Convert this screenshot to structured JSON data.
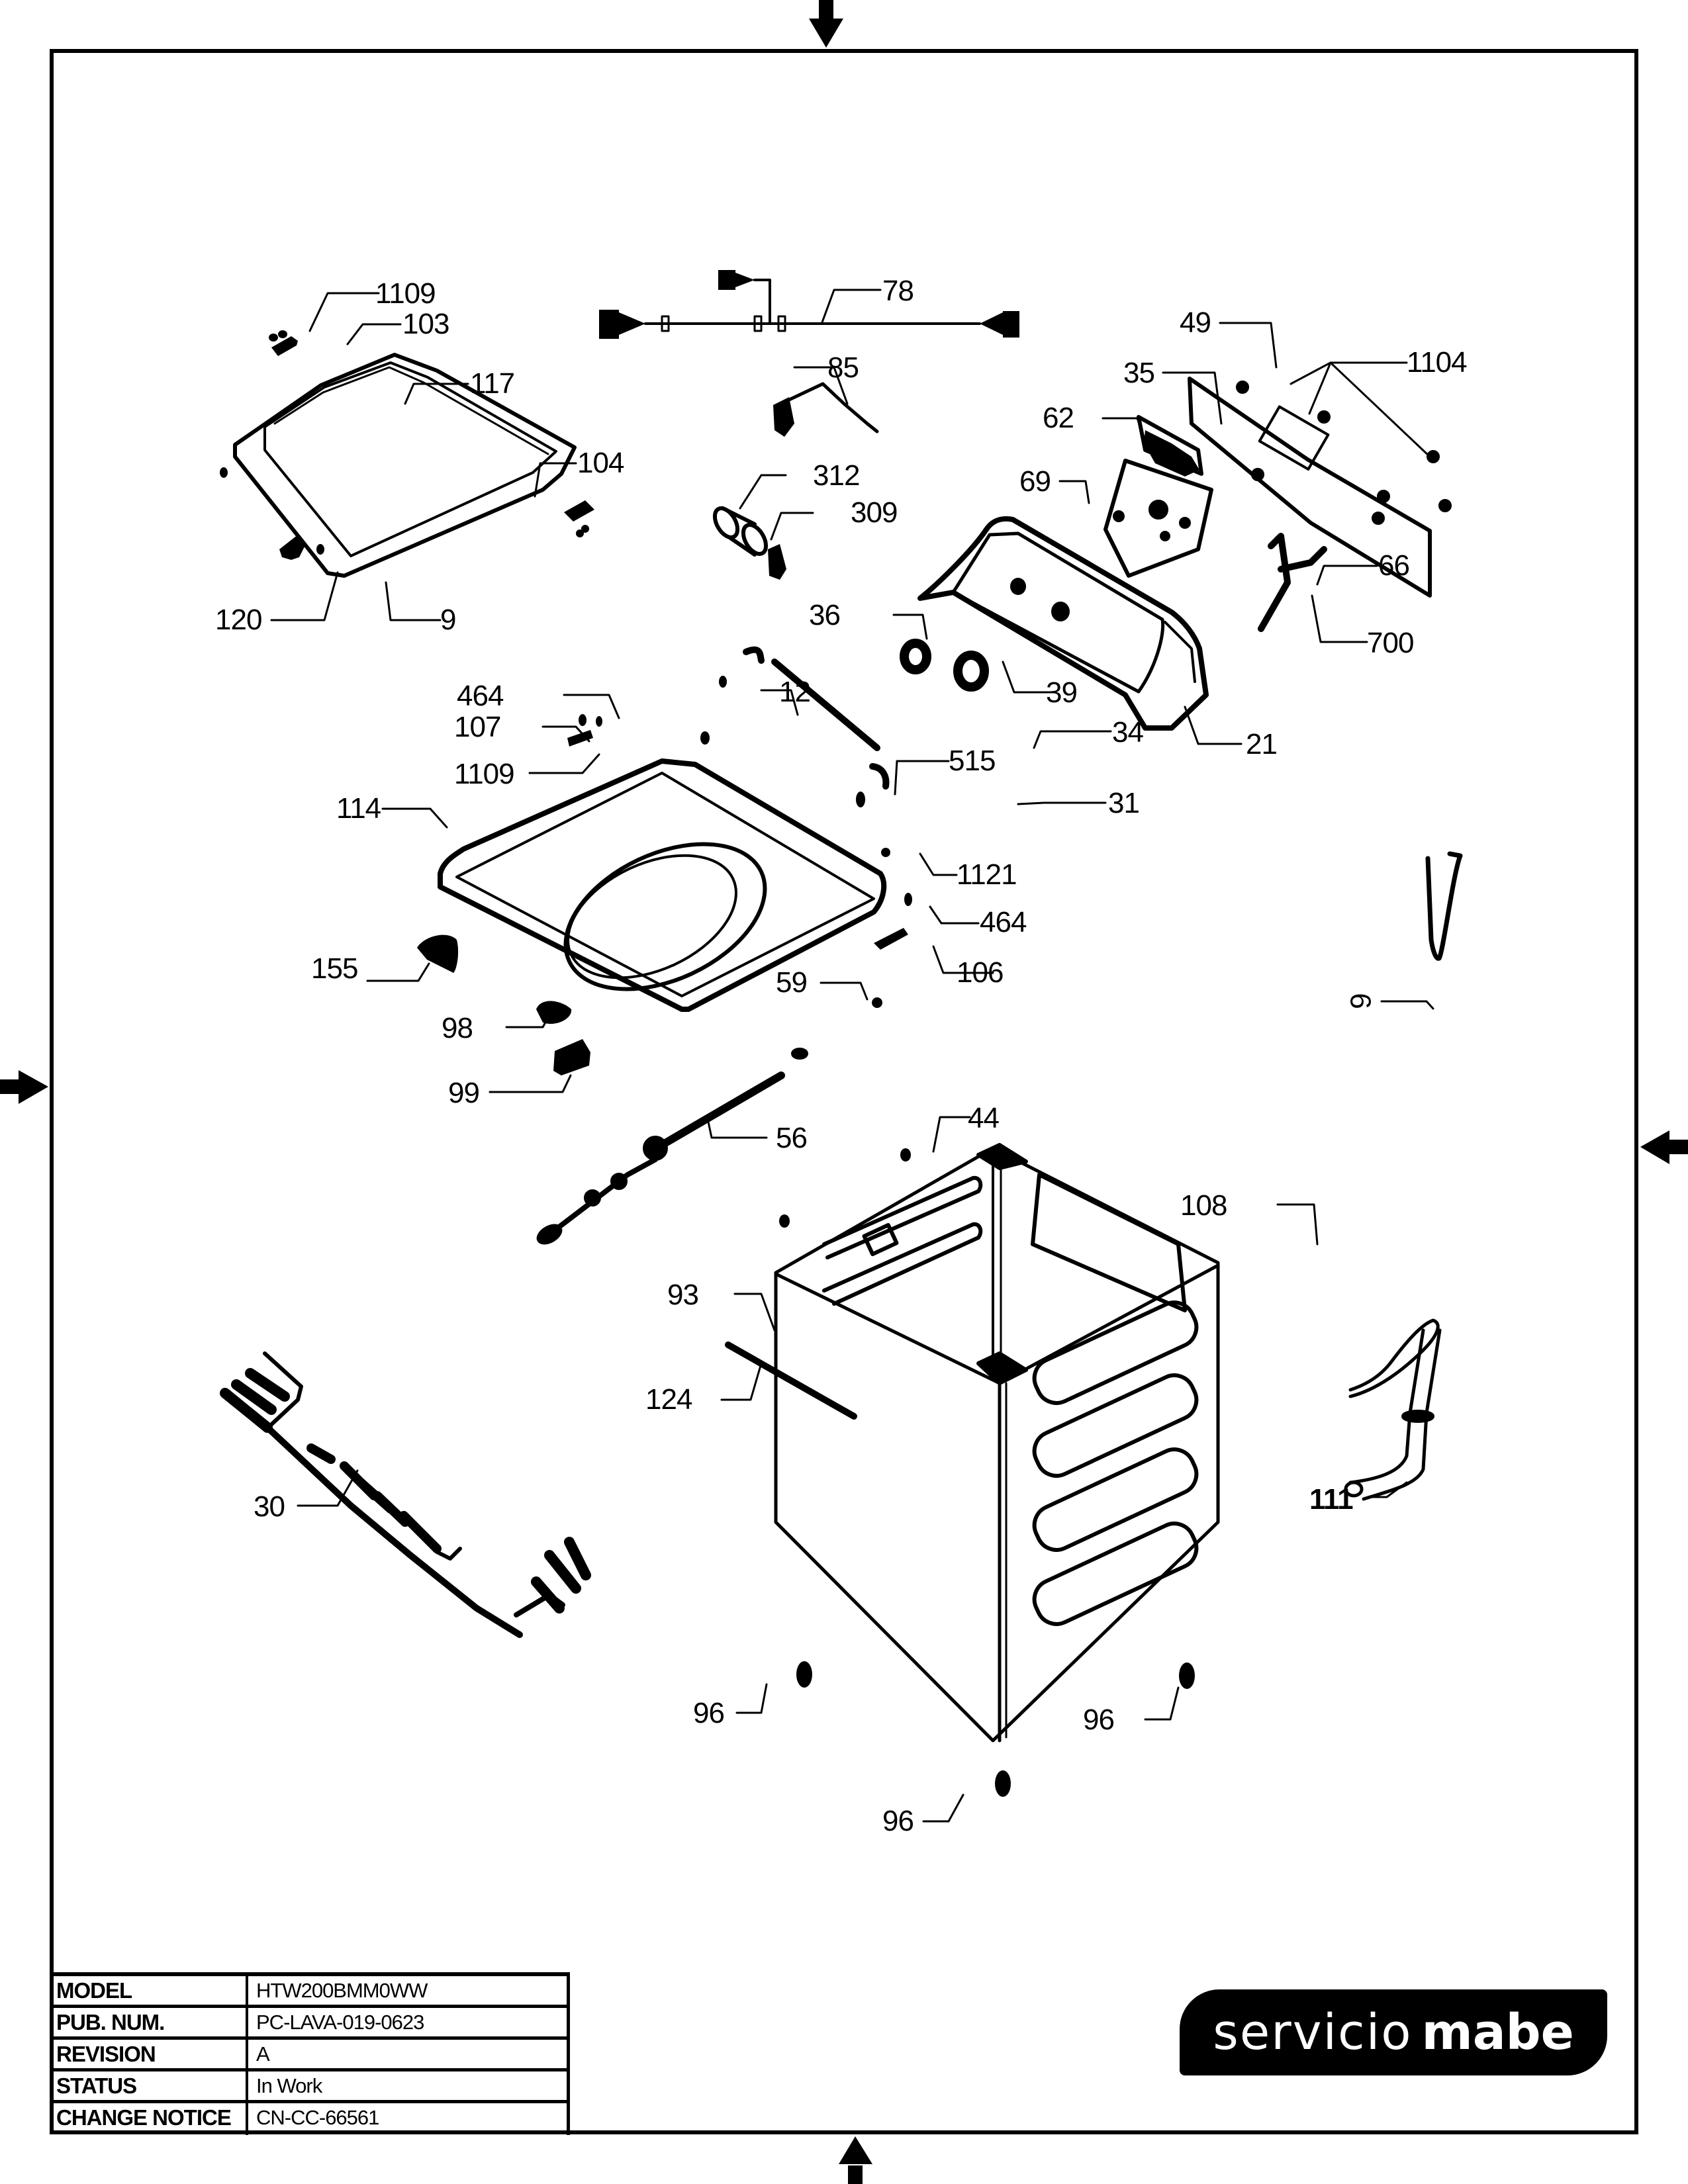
{
  "diagram": {
    "type": "exploded-parts-view",
    "subject": "top-load washer cabinet, lid, console and harness assembly",
    "callouts": [
      {
        "id": "c1109a",
        "label": "1109"
      },
      {
        "id": "c103",
        "label": "103"
      },
      {
        "id": "c117",
        "label": "117"
      },
      {
        "id": "c104",
        "label": "104"
      },
      {
        "id": "c120",
        "label": "120"
      },
      {
        "id": "c9",
        "label": "9"
      },
      {
        "id": "c78",
        "label": "78"
      },
      {
        "id": "c85",
        "label": "85"
      },
      {
        "id": "c312",
        "label": "312"
      },
      {
        "id": "c309",
        "label": "309"
      },
      {
        "id": "c49",
        "label": "49"
      },
      {
        "id": "c35",
        "label": "35"
      },
      {
        "id": "c62",
        "label": "62"
      },
      {
        "id": "c69",
        "label": "69"
      },
      {
        "id": "c1104",
        "label": "1104"
      },
      {
        "id": "c66",
        "label": "66"
      },
      {
        "id": "c700",
        "label": "700"
      },
      {
        "id": "c36",
        "label": "36"
      },
      {
        "id": "c39",
        "label": "39"
      },
      {
        "id": "c21",
        "label": "21"
      },
      {
        "id": "c12",
        "label": "12"
      },
      {
        "id": "c34",
        "label": "34"
      },
      {
        "id": "c31",
        "label": "31"
      },
      {
        "id": "c515",
        "label": "515"
      },
      {
        "id": "c1121",
        "label": "1121"
      },
      {
        "id": "c464b",
        "label": "464"
      },
      {
        "id": "c106",
        "label": "106"
      },
      {
        "id": "c464a",
        "label": "464"
      },
      {
        "id": "c107",
        "label": "107"
      },
      {
        "id": "c1109b",
        "label": "1109"
      },
      {
        "id": "c114",
        "label": "114"
      },
      {
        "id": "c155",
        "label": "155"
      },
      {
        "id": "c98",
        "label": "98"
      },
      {
        "id": "c99",
        "label": "99"
      },
      {
        "id": "c59",
        "label": "59"
      },
      {
        "id": "c56",
        "label": "56"
      },
      {
        "id": "c44",
        "label": "44"
      },
      {
        "id": "c108",
        "label": "108"
      },
      {
        "id": "c6",
        "label": "6"
      },
      {
        "id": "c93",
        "label": "93"
      },
      {
        "id": "c124",
        "label": "124"
      },
      {
        "id": "c30",
        "label": "30"
      },
      {
        "id": "c111",
        "label": "111"
      },
      {
        "id": "c96a",
        "label": "96"
      },
      {
        "id": "c96b",
        "label": "96"
      },
      {
        "id": "c96c",
        "label": "96"
      }
    ]
  },
  "title_block": {
    "rows": [
      {
        "label": "MODEL",
        "value": "HTW200BMM0WW"
      },
      {
        "label": "PUB. NUM.",
        "value": "PC-LAVA-019-0623"
      },
      {
        "label": "REVISION",
        "value": "A"
      },
      {
        "label": "STATUS",
        "value": "In Work"
      },
      {
        "label": "CHANGE NOTICE",
        "value": "CN-CC-66561"
      }
    ]
  },
  "logo": {
    "light_text": "servicio",
    "bold_text": "mabe"
  },
  "colors": {
    "ink": "#000000",
    "paper": "#ffffff"
  }
}
